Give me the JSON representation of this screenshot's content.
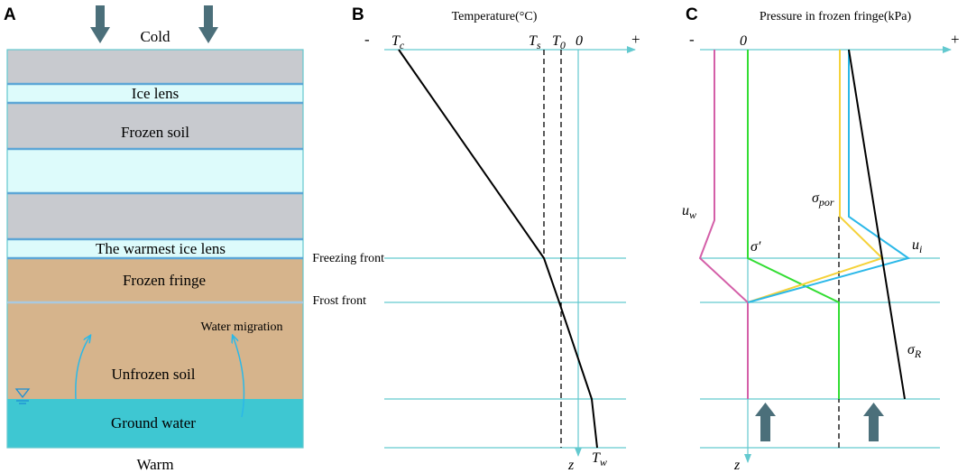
{
  "panels": {
    "a": {
      "letter": "A",
      "top_label": "Cold",
      "bottom_label": "Warm",
      "layers": {
        "ice_lens": "Ice lens",
        "frozen_soil": "Frozen soil",
        "warmest_ice_lens": "The warmest ice lens",
        "frozen_fringe": "Frozen fringe",
        "water_migration": "Water migration",
        "unfrozen_soil": "Unfrozen soil",
        "ground_water": "Ground water"
      }
    },
    "b": {
      "letter": "B",
      "axis_title": "Temperature(°C)",
      "sign_neg": "-",
      "sign_pos": "+",
      "symbols": {
        "tc": "T",
        "tc_sub": "c",
        "ts": "T",
        "ts_sub": "s",
        "t0": "T",
        "t0_sub": "0",
        "zero": "0",
        "z": "z",
        "tw": "T",
        "tw_sub": "w"
      },
      "freezing_front": "Freezing front",
      "frost_front": "Frost front"
    },
    "c": {
      "letter": "C",
      "axis_title": "Pressure in frozen fringe(kPa)",
      "sign_neg": "-",
      "sign_pos": "+",
      "symbols": {
        "zero": "0",
        "z": "z",
        "uw": "u",
        "uw_sub": "w",
        "sigma_eff": "σ′",
        "sigma_por": "σ",
        "sigma_por_sub": "por",
        "ui": "u",
        "ui_sub": "i",
        "sigma_r": "σ",
        "sigma_r_sub": "R"
      }
    }
  },
  "colors": {
    "frozen_soil": "#c8cacf",
    "ice_lens": "#ddfbfb",
    "lens_line": "#5da6d6",
    "fringe_soil": "#d6b48c",
    "ground_water": "#3ec7d2",
    "guide_line": "#63c9cf",
    "arrow_dark": "#4b6f7a",
    "magenta": "#d45fa8",
    "green": "#33dd33",
    "yellow": "#f5d23a",
    "cyan": "#2bb8e8"
  }
}
